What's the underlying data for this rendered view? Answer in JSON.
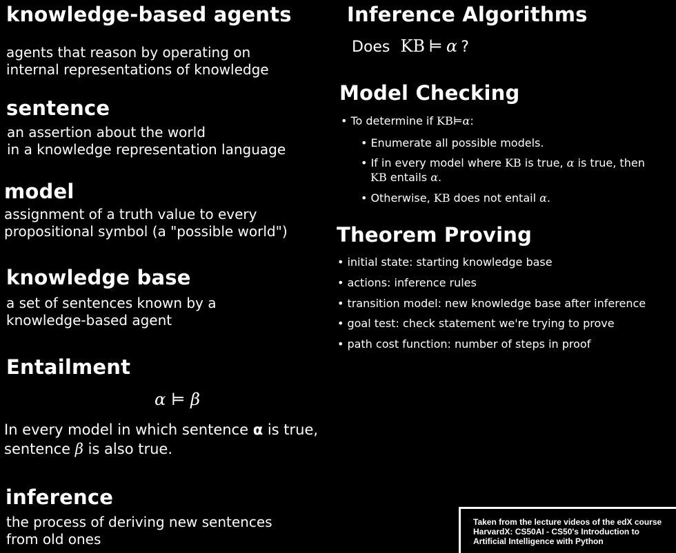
{
  "left": {
    "kba": {
      "title": "knowledge-based agents",
      "lines": [
        "agents that reason by operating on",
        "internal representations of knowledge"
      ]
    },
    "sentence": {
      "title": "sentence",
      "lines": [
        "an assertion about the world",
        "in a knowledge representation language"
      ]
    },
    "model": {
      "title": "model",
      "lines": [
        "assignment of a truth value to every",
        "propositional symbol (a \"possible world\")"
      ]
    },
    "kb": {
      "title": "knowledge base",
      "lines": [
        "a set of sentences known by a",
        "knowledge-based agent"
      ]
    },
    "entailment": {
      "title": "Entailment",
      "formula_lhs": "α",
      "formula_op": "⊨",
      "formula_rhs": "β",
      "line1_pre": "In every model in which sentence ",
      "line1_sym": "α",
      "line1_post": " is true,",
      "line2_pre": "sentence ",
      "line2_sym": "β",
      "line2_post": " is also true."
    },
    "inference": {
      "title": "inference",
      "lines": [
        "the process of deriving new sentences",
        "from old ones"
      ]
    }
  },
  "right": {
    "inference_algorithms": {
      "title": "Inference Algorithms",
      "does": "Does",
      "kb": "KB",
      "op": "⊨",
      "alpha": "α",
      "q": "?"
    },
    "model_checking": {
      "title": "Model Checking",
      "b1_pre": "To determine if ",
      "b1_kb": "KB",
      "b1_op": "⊨",
      "b1_alpha": "α",
      "b1_post": ":",
      "b2": "Enumerate all possible models.",
      "b3_pre": "If in every model where ",
      "b3_kb": "KB",
      "b3_mid": " is true, ",
      "b3_alpha": "α",
      "b3_post": " is true, then",
      "b3b_kb": "KB",
      "b3b_mid": " entails ",
      "b3b_alpha": "α",
      "b3b_post": ".",
      "b4_pre": "Otherwise, ",
      "b4_kb": "KB",
      "b4_mid": " does not entail ",
      "b4_alpha": "α",
      "b4_post": "."
    },
    "theorem_proving": {
      "title": "Theorem Proving",
      "items": [
        "initial state: starting knowledge base",
        "actions: inference rules",
        "transition model: new knowledge base after inference",
        "goal test: check statement we're trying to prove",
        "path cost function: number of steps in proof"
      ]
    }
  },
  "bullet": "•",
  "credit": {
    "lines": [
      "Taken from the lecture videos of the edX course",
      "HarvardX: CS50AI - CS50's Introduction to",
      "Artificial Intelligence with Python"
    ]
  }
}
